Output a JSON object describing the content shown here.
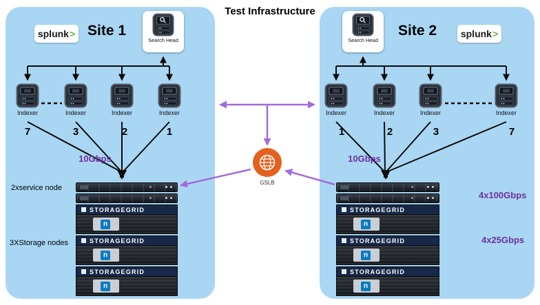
{
  "title": "Test Infrastructure",
  "splunk": {
    "text": "splunk",
    "arrow": ">"
  },
  "gslb": {
    "label": "GSLB"
  },
  "rack": {
    "storagegrid_label": "STORAGEGRID",
    "netapp_letter": "n"
  },
  "site1": {
    "name": "Site 1",
    "search_head": "Search Head",
    "bandwidth": "10Gbps",
    "service_nodes_label": "2xservice node",
    "storage_nodes_label": "3XStorage nodes",
    "indexers": [
      {
        "label": "Indexer",
        "number": "7"
      },
      {
        "label": "Indexer",
        "number": "3"
      },
      {
        "label": "Indexer",
        "number": "2"
      },
      {
        "label": "Indexer",
        "number": "1"
      }
    ]
  },
  "site2": {
    "name": "Site 2",
    "search_head": "Search Head",
    "bandwidth": "10Gbps",
    "nic_top_label": "4x100Gbps",
    "nic_bottom_label": "4x25Gbps",
    "indexers": [
      {
        "label": "Indexer",
        "number": "1"
      },
      {
        "label": "Indexer",
        "number": "2"
      },
      {
        "label": "Indexer",
        "number": "3"
      },
      {
        "label": "Indexer",
        "number": "7"
      }
    ]
  },
  "colors": {
    "panel_blue": "#a9d6f3",
    "purple_text": "#7030a0",
    "purple_arrow": "#a36bd9",
    "gslb_orange": "#e4611d",
    "storagegrid_navy": "#182848",
    "netapp_blue": "#0b7bc2",
    "splunk_green": "#6cb33e"
  }
}
